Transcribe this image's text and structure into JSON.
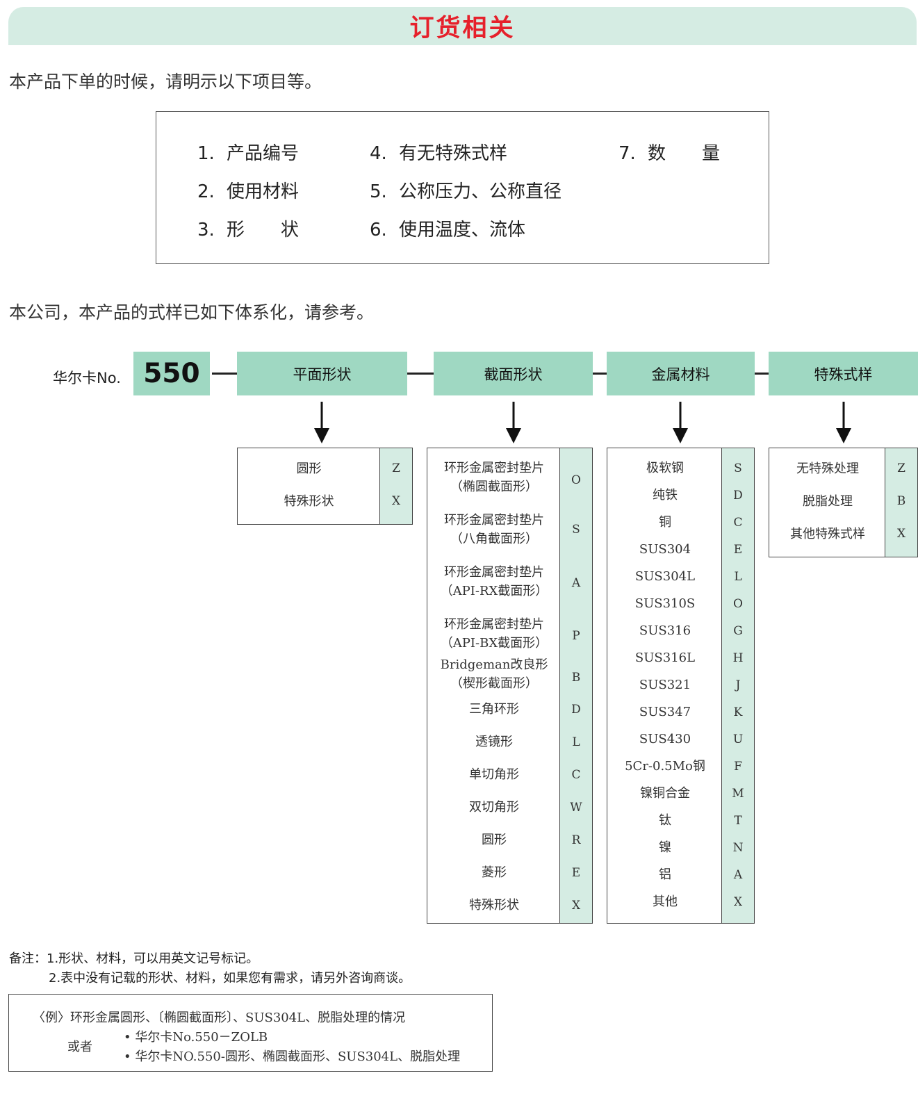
{
  "banner": {
    "title": "订货相关"
  },
  "intro1": "本产品下单的时候，请明示以下项目等。",
  "order_items": [
    {
      "num": "1.",
      "label": "产品编号"
    },
    {
      "num": "2.",
      "label": "使用材料"
    },
    {
      "num": "3.",
      "label": "形　　状"
    },
    {
      "num": "4.",
      "label": "有无特殊式样"
    },
    {
      "num": "5.",
      "label": "公称压力、公称直径"
    },
    {
      "num": "6.",
      "label": "使用温度、流体"
    },
    {
      "num": "7.",
      "label": "数　　量"
    }
  ],
  "intro2": "本公司，本产品的式样已如下体系化，请参考。",
  "code": {
    "prefix": "华尔卡No.",
    "number": "550"
  },
  "headers": [
    "平面形状",
    "截面形状",
    "金属材料",
    "特殊式样"
  ],
  "plane_shape": [
    {
      "name": "圆形",
      "code": "Z"
    },
    {
      "name": "特殊形状",
      "code": "X"
    }
  ],
  "section_shape": [
    {
      "name": "环形金属密封垫片",
      "sub": "（椭圆截面形）",
      "code": "O"
    },
    {
      "name": "环形金属密封垫片",
      "sub": "（八角截面形）",
      "code": "S"
    },
    {
      "name": "环形金属密封垫片",
      "sub": "（API-RX截面形）",
      "code": "A"
    },
    {
      "name": "环形金属密封垫片",
      "sub": "（API-BX截面形）",
      "code": "P"
    },
    {
      "name": "Bridgeman改良形",
      "sub": "（楔形截面形）",
      "code": "B"
    },
    {
      "name": "三角环形",
      "code": "D"
    },
    {
      "name": "透镜形",
      "code": "L"
    },
    {
      "name": "单切角形",
      "code": "C"
    },
    {
      "name": "双切角形",
      "code": "W"
    },
    {
      "name": "圆形",
      "code": "R"
    },
    {
      "name": "菱形",
      "code": "E"
    },
    {
      "name": "特殊形状",
      "code": "X"
    }
  ],
  "materials": [
    {
      "name": "极软钢",
      "code": "S"
    },
    {
      "name": "纯铁",
      "code": "D"
    },
    {
      "name": "铜",
      "code": "C"
    },
    {
      "name": "SUS304",
      "code": "E"
    },
    {
      "name": "SUS304L",
      "code": "L"
    },
    {
      "name": "SUS310S",
      "code": "O"
    },
    {
      "name": "SUS316",
      "code": "G"
    },
    {
      "name": "SUS316L",
      "code": "H"
    },
    {
      "name": "SUS321",
      "code": "J"
    },
    {
      "name": "SUS347",
      "code": "K"
    },
    {
      "name": "SUS430",
      "code": "U"
    },
    {
      "name": "5Cr-0.5Mo钢",
      "code": "F"
    },
    {
      "name": "镍铜合金",
      "code": "M"
    },
    {
      "name": "钛",
      "code": "T"
    },
    {
      "name": "镍",
      "code": "N"
    },
    {
      "name": "铝",
      "code": "A"
    },
    {
      "name": "其他",
      "code": "X"
    }
  ],
  "special": [
    {
      "name": "无特殊处理",
      "code": "Z"
    },
    {
      "name": "脱脂处理",
      "code": "B"
    },
    {
      "name": "其他特殊式样",
      "code": "X"
    }
  ],
  "notes": {
    "line1": "备注：1.形状、材料，可以用英文记号标记。",
    "line2": "2.表中没有记载的形状、材料，如果您有需求，请另外咨询商谈。"
  },
  "example": {
    "line1": "〈例〉环形金属圆形、〔椭圆截面形〕、SUS304L、脱脂处理的情况",
    "or": "或者",
    "opt1": "• 华尔卡No.550－ZOLB",
    "opt2": "• 华尔卡NO.550-圆形、椭圆截面形、SUS304L、脱脂处理"
  },
  "colors": {
    "banner_bg": "#d5ece3",
    "title_red": "#e6202b",
    "header_green": "#9fd8c2",
    "code_col": "#d5ece3"
  }
}
